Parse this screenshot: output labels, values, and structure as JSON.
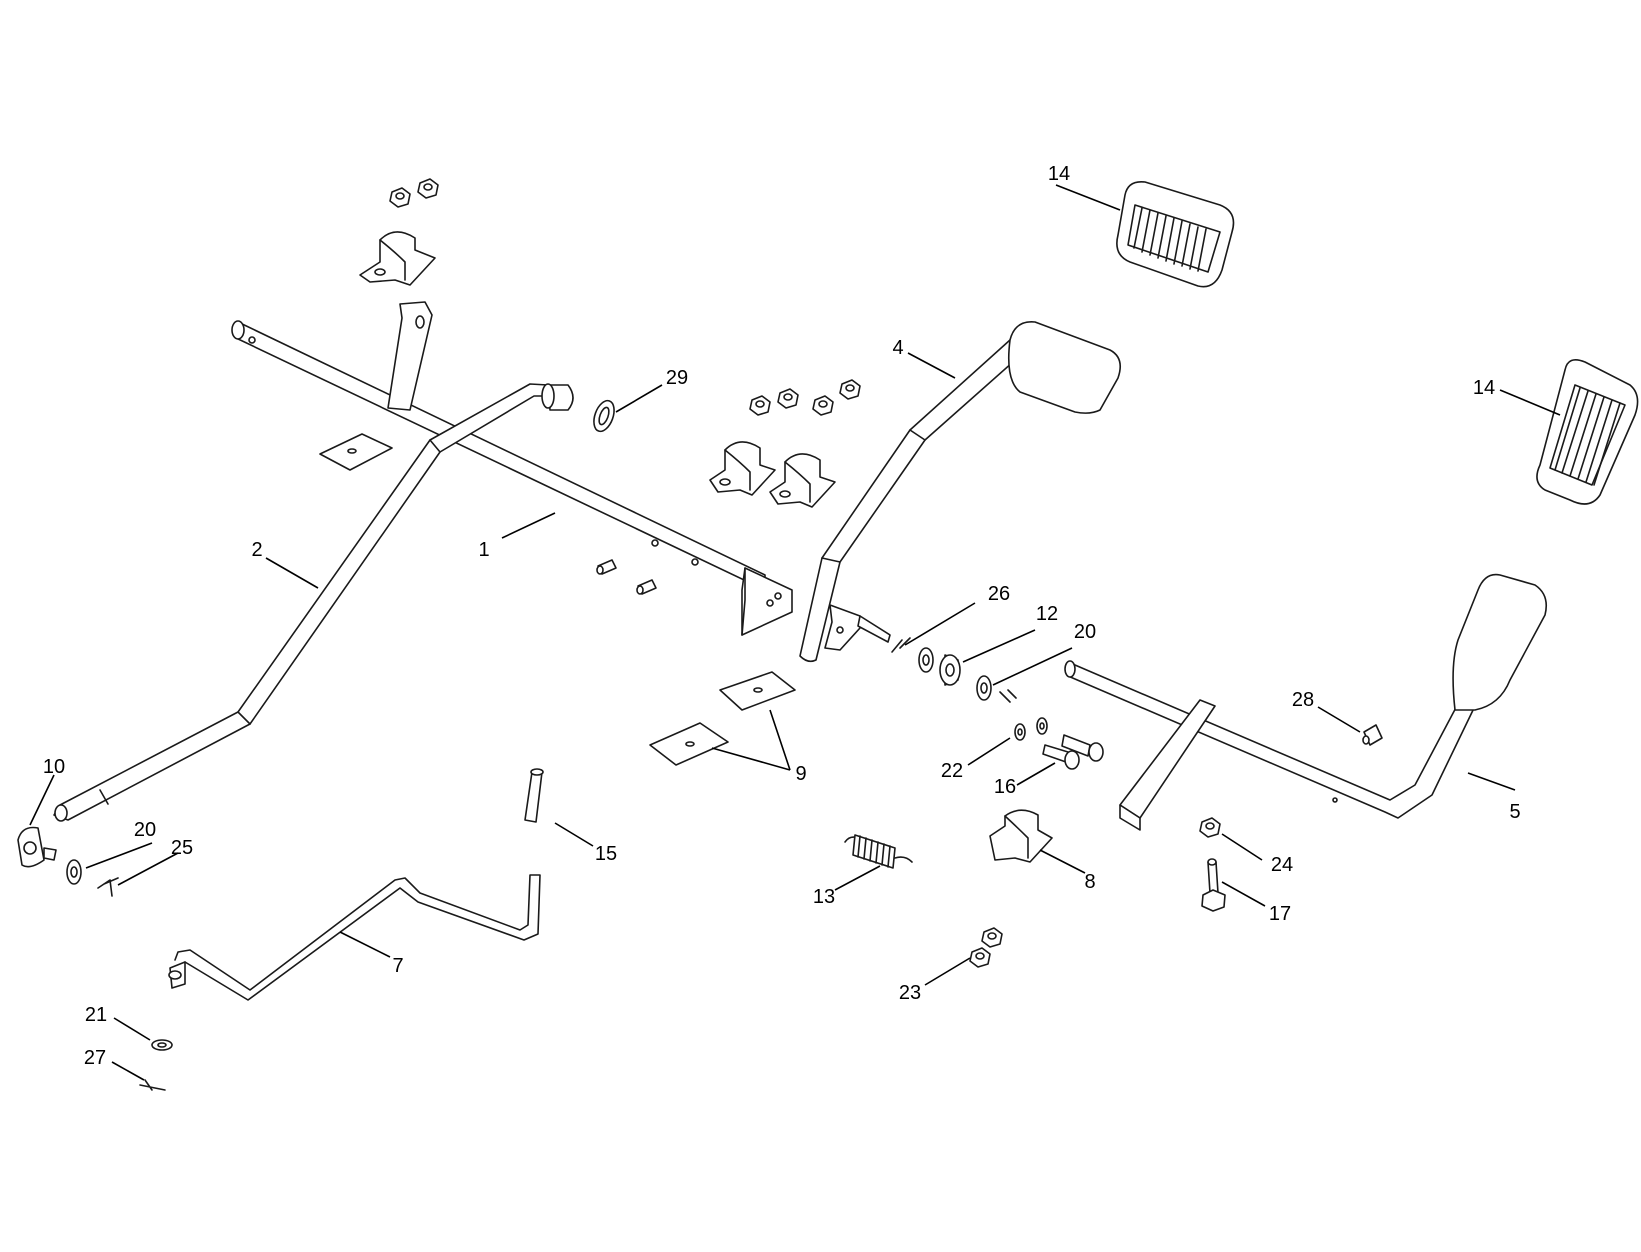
{
  "callouts": [
    {
      "id": "c1",
      "text": "1"
    },
    {
      "id": "c2",
      "text": "2"
    },
    {
      "id": "c4",
      "text": "4"
    },
    {
      "id": "c5",
      "text": "5"
    },
    {
      "id": "c7",
      "text": "7"
    },
    {
      "id": "c8",
      "text": "8"
    },
    {
      "id": "c9",
      "text": "9"
    },
    {
      "id": "c10",
      "text": "10"
    },
    {
      "id": "c12",
      "text": "12"
    },
    {
      "id": "c13",
      "text": "13"
    },
    {
      "id": "c14a",
      "text": "14"
    },
    {
      "id": "c14b",
      "text": "14"
    },
    {
      "id": "c15",
      "text": "15"
    },
    {
      "id": "c16",
      "text": "16"
    },
    {
      "id": "c17",
      "text": "17"
    },
    {
      "id": "c20a",
      "text": "20"
    },
    {
      "id": "c20b",
      "text": "20"
    },
    {
      "id": "c21",
      "text": "21"
    },
    {
      "id": "c22",
      "text": "22"
    },
    {
      "id": "c23",
      "text": "23"
    },
    {
      "id": "c24",
      "text": "24"
    },
    {
      "id": "c25",
      "text": "25"
    },
    {
      "id": "c26",
      "text": "26"
    },
    {
      "id": "c27",
      "text": "27"
    },
    {
      "id": "c28",
      "text": "28"
    },
    {
      "id": "c29",
      "text": "29"
    }
  ]
}
